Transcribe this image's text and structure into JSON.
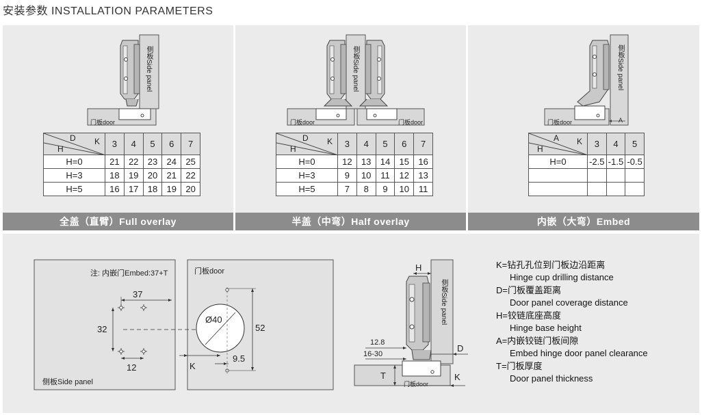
{
  "header": {
    "title": "安装参数  INSTALLATION PARAMETERS"
  },
  "panels": [
    {
      "caption": "全盖（直臂）Full overlay",
      "side_label": "侧板Side panel",
      "door_label": "门板door",
      "table": {
        "diag_top": "D",
        "diag_right": "K",
        "diag_bottom": "H",
        "cols": [
          "3",
          "4",
          "5",
          "6",
          "7"
        ],
        "rows": [
          {
            "h": "H=0",
            "vals": [
              "21",
              "22",
              "23",
              "24",
              "25"
            ]
          },
          {
            "h": "H=3",
            "vals": [
              "18",
              "19",
              "20",
              "21",
              "22"
            ]
          },
          {
            "h": "H=5",
            "vals": [
              "16",
              "17",
              "18",
              "19",
              "20"
            ]
          }
        ]
      }
    },
    {
      "caption": "半盖（中弯）Half overlay",
      "side_label": "侧板Side panel",
      "door_label_left": "门板door",
      "door_label_right": "门板door",
      "table": {
        "diag_top": "D",
        "diag_right": "K",
        "diag_bottom": "H",
        "cols": [
          "3",
          "4",
          "5",
          "6",
          "7"
        ],
        "rows": [
          {
            "h": "H=0",
            "vals": [
              "12",
              "13",
              "14",
              "15",
              "16"
            ]
          },
          {
            "h": "H=3",
            "vals": [
              "9",
              "10",
              "11",
              "12",
              "13"
            ]
          },
          {
            "h": "H=5",
            "vals": [
              "7",
              "8",
              "9",
              "10",
              "11"
            ]
          }
        ]
      }
    },
    {
      "caption": "内嵌（大弯）Embed",
      "side_label": "侧板Side panel",
      "door_label": "门板door",
      "gap_label": "A",
      "table": {
        "diag_top": "A",
        "diag_right": "K",
        "diag_bottom": "H",
        "cols": [
          "3",
          "4",
          "5"
        ],
        "rows": [
          {
            "h": "H=0",
            "vals": [
              "-2.5",
              "-1.5",
              "-0.5"
            ]
          },
          {
            "h": "",
            "vals": [
              "",
              "",
              ""
            ]
          },
          {
            "h": "",
            "vals": [
              "",
              "",
              ""
            ]
          }
        ]
      }
    }
  ],
  "drilling": {
    "note": "注: 内嵌门Embed:37+T",
    "side_panel_label": "侧板Side panel",
    "door_label": "门板door",
    "dim_37": "37",
    "dim_32": "32",
    "dim_12": "12",
    "dim_40": "Ø40",
    "dim_52": "52",
    "dim_9_5": "9.5",
    "dim_k": "K"
  },
  "side_view": {
    "label_h": "H",
    "label_d": "D",
    "label_t": "T",
    "label_k": "K",
    "dim_12_8": "12.8",
    "dim_16_30": "16-30",
    "side_panel_label": "侧板Side panel",
    "door_label": "门板door"
  },
  "legend": [
    {
      "zh": "K=钻孔孔位到门板边沿距离",
      "en": "Hinge cup drilling distance"
    },
    {
      "zh": "D=门板覆盖距离",
      "en": "Door panel coverage distance"
    },
    {
      "zh": "H=铰链底座高度",
      "en": "Hinge base height"
    },
    {
      "zh": "A=内嵌铰链门板间隙",
      "en": "Embed hinge door panel clearance"
    },
    {
      "zh": "T=门板厚度",
      "en": "Door panel thickness"
    }
  ],
  "colors": {
    "panel_bg": "#ebebeb",
    "caption_bg": "#8c8c8c",
    "table_head": "#dcdcdc"
  }
}
